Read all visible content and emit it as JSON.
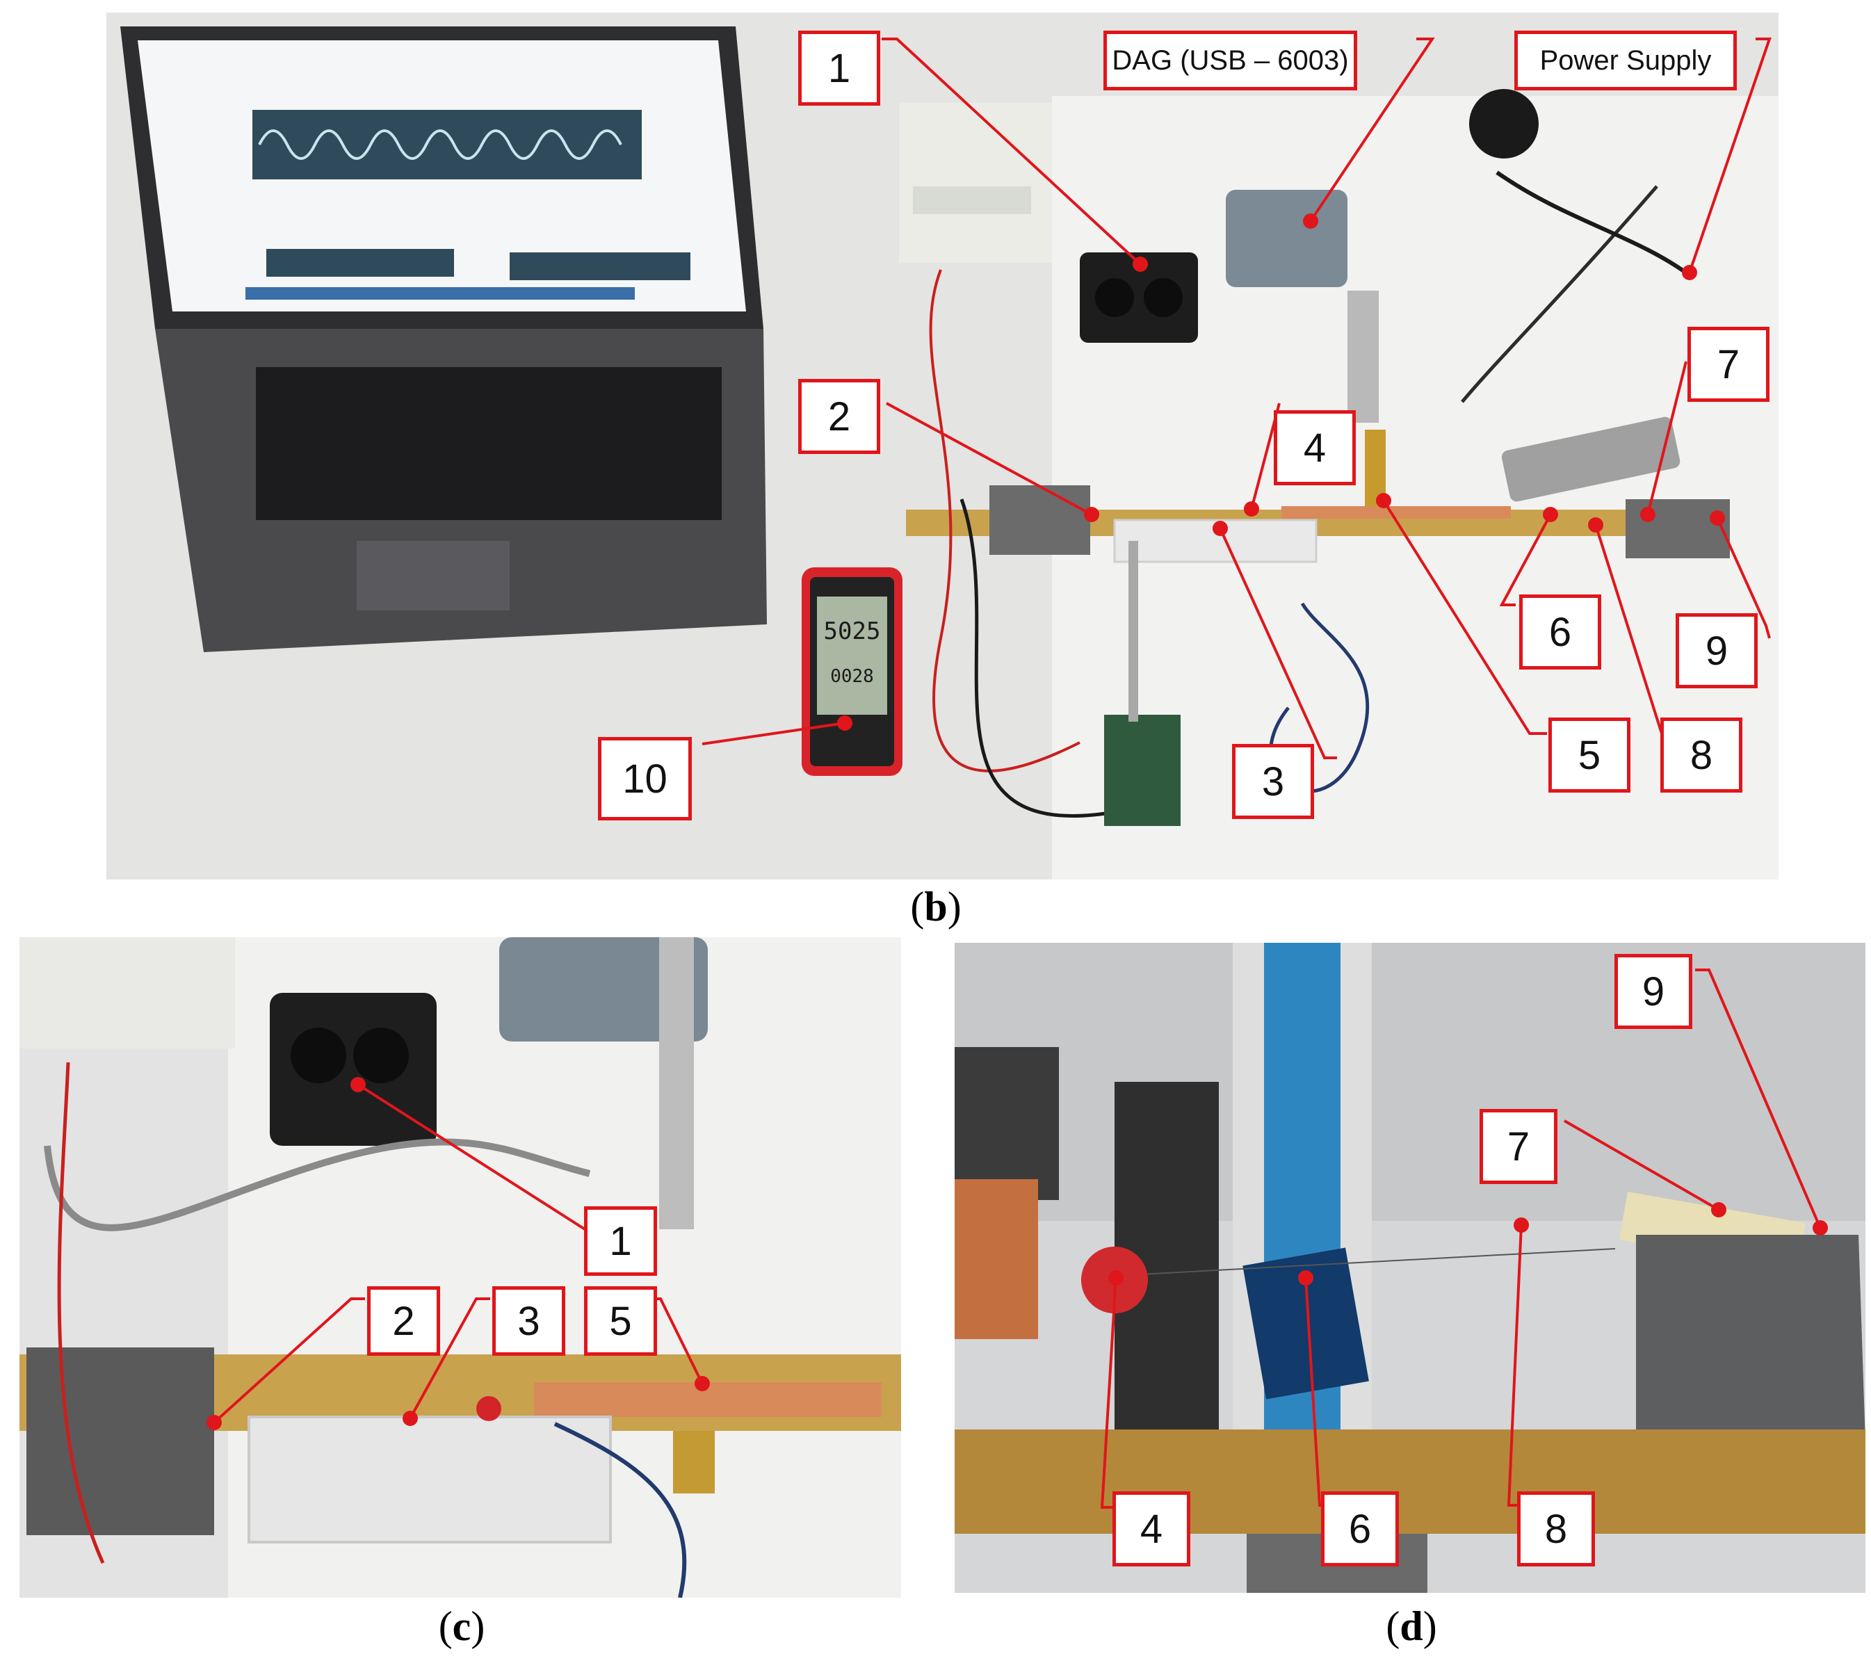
{
  "colors": {
    "label_border": "#e0161b",
    "label_text": "#111111",
    "background": "#ffffff"
  },
  "panel_b": {
    "caption_letter": "b",
    "labels": {
      "l1": "1",
      "daq": "DAG (USB – 6003)",
      "power": "Power Supply",
      "l2": "2",
      "l3": "3",
      "l4": "4",
      "l5": "5",
      "l6": "6",
      "l7": "7",
      "l8": "8",
      "l9": "9",
      "l10": "10"
    },
    "multimeter_main": "5025",
    "multimeter_sub": "0028"
  },
  "panel_c": {
    "caption_letter": "c",
    "labels": {
      "l1": "1",
      "l2": "2",
      "l3": "3",
      "l5": "5"
    }
  },
  "panel_d": {
    "caption_letter": "d",
    "labels": {
      "l4": "4",
      "l6": "6",
      "l7": "7",
      "l8": "8",
      "l9": "9"
    }
  }
}
